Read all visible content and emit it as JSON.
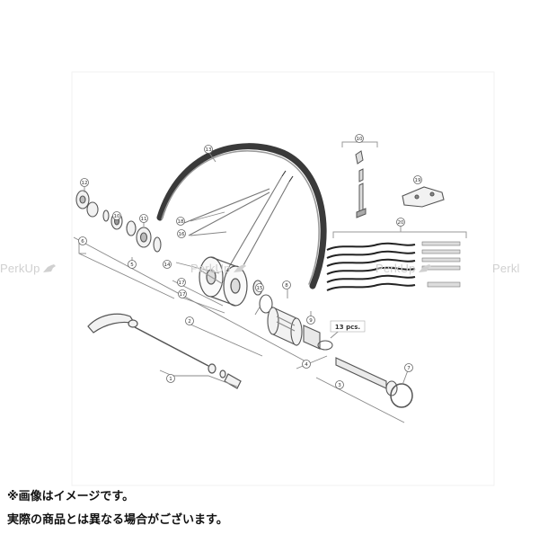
{
  "watermark": {
    "text_left": "PerkUp",
    "text_mid_a": "PerkUp",
    "text_mid_b": "PerkUp",
    "text_right": "Perkl",
    "color": "#d0d0d0"
  },
  "diagram": {
    "callouts": [
      "1",
      "2",
      "3",
      "4",
      "5",
      "6",
      "7",
      "8",
      "9",
      "10",
      "11",
      "12",
      "13",
      "14",
      "15",
      "16",
      "17",
      "18",
      "19",
      "20"
    ],
    "spoke_note": "13 pcs."
  },
  "notes": {
    "line1": "※画像はイメージです。",
    "line2": "実際の商品とは異なる場合がございます。"
  },
  "colors": {
    "part_stroke": "#555555",
    "rim_dark": "#3a3a3a",
    "bracket_line": "#888888"
  }
}
